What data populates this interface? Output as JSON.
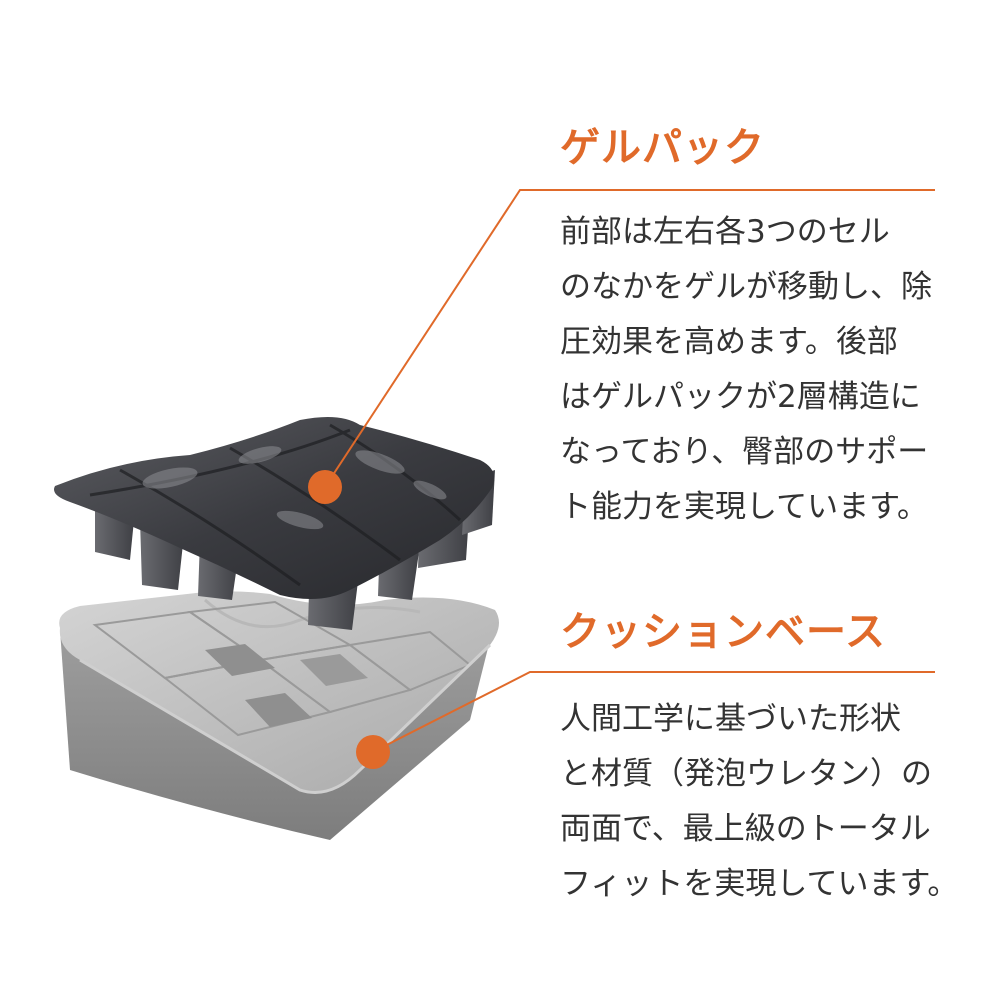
{
  "colors": {
    "accent": "#e06a2a",
    "text": "#333333",
    "background": "#ffffff"
  },
  "callouts": [
    {
      "heading": "ゲルパック",
      "lines": [
        "前部は左右各3つのセル",
        "のなかをゲルが移動し、除",
        "圧効果を高めます。後部",
        "はゲルパックが2層構造に",
        "なっており、臀部のサポー",
        "ト能力を実現しています。"
      ]
    },
    {
      "heading": "クッションベース",
      "lines": [
        "人間工学に基づいた形状",
        "と材質（発泡ウレタン）の",
        "両面で、最上級のトータル",
        "フィットを実現しています。"
      ]
    }
  ]
}
